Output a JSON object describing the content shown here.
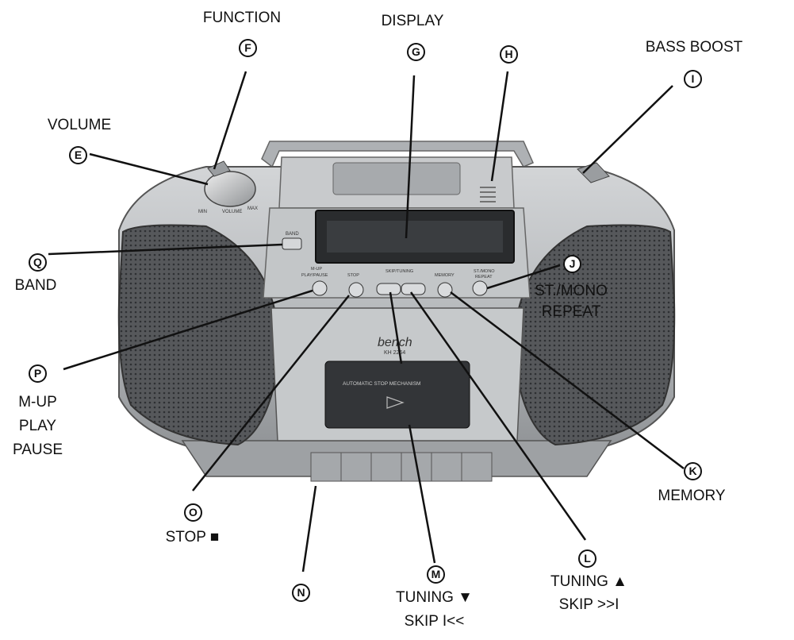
{
  "device": {
    "brand": "bench",
    "model": "KH 2264",
    "cassette_text": "AUTOMATIC STOP MECHANISM",
    "knob_texts": [
      "MIN",
      "VOLUME",
      "MAX"
    ],
    "button_texts": {
      "band": "BAND",
      "play_a": "M-UP",
      "play_b": "PLAY/PAUSE",
      "stop": "STOP",
      "skip": "SKIP/TUNING",
      "memory": "MEMORY",
      "st_a": "ST./MONO",
      "st_b": "REPEAT"
    }
  },
  "callouts": {
    "F": {
      "letter": "F",
      "lines": [
        "FUNCTION"
      ]
    },
    "G": {
      "letter": "G",
      "lines": [
        "DISPLAY"
      ]
    },
    "H": {
      "letter": "H",
      "lines": []
    },
    "I": {
      "letter": "I",
      "lines": [
        "BASS BOOST"
      ]
    },
    "E": {
      "letter": "E",
      "lines": [
        "VOLUME"
      ]
    },
    "Q": {
      "letter": "Q",
      "lines": [
        "BAND"
      ]
    },
    "J": {
      "letter": "J",
      "lines": [
        "ST./MONO",
        "REPEAT"
      ]
    },
    "P": {
      "letter": "P",
      "lines": [
        "M-UP",
        "PLAY",
        "PAUSE"
      ]
    },
    "K": {
      "letter": "K",
      "lines": [
        "MEMORY"
      ]
    },
    "O": {
      "letter": "O",
      "lines": [
        "STOP ■"
      ]
    },
    "N": {
      "letter": "N",
      "lines": []
    },
    "M": {
      "letter": "M",
      "lines": [
        "TUNING ▼",
        "SKIP I<<"
      ]
    },
    "L": {
      "letter": "L",
      "lines": [
        "TUNING ▲",
        "SKIP >>I"
      ]
    }
  },
  "colors": {
    "body": "#b9bcbf",
    "speaker": "#4a4c4f",
    "display": "#2a2c2e",
    "leader": "#111111"
  }
}
